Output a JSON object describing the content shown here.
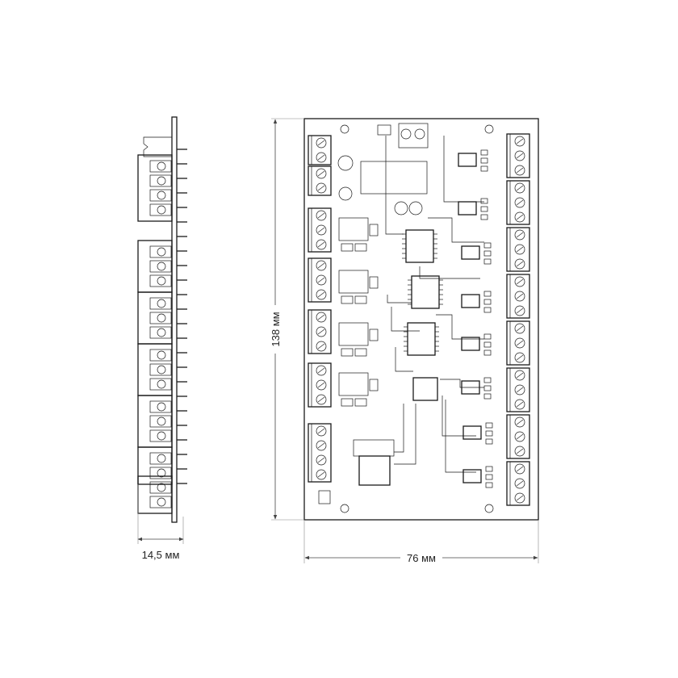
{
  "drawing": {
    "side_view": {
      "width_label": "14,5 мм"
    },
    "top_view": {
      "height_label": "138 мм",
      "width_label": "76 мм"
    }
  },
  "colors": {
    "line": "#1a1a1a",
    "background": "#ffffff"
  }
}
